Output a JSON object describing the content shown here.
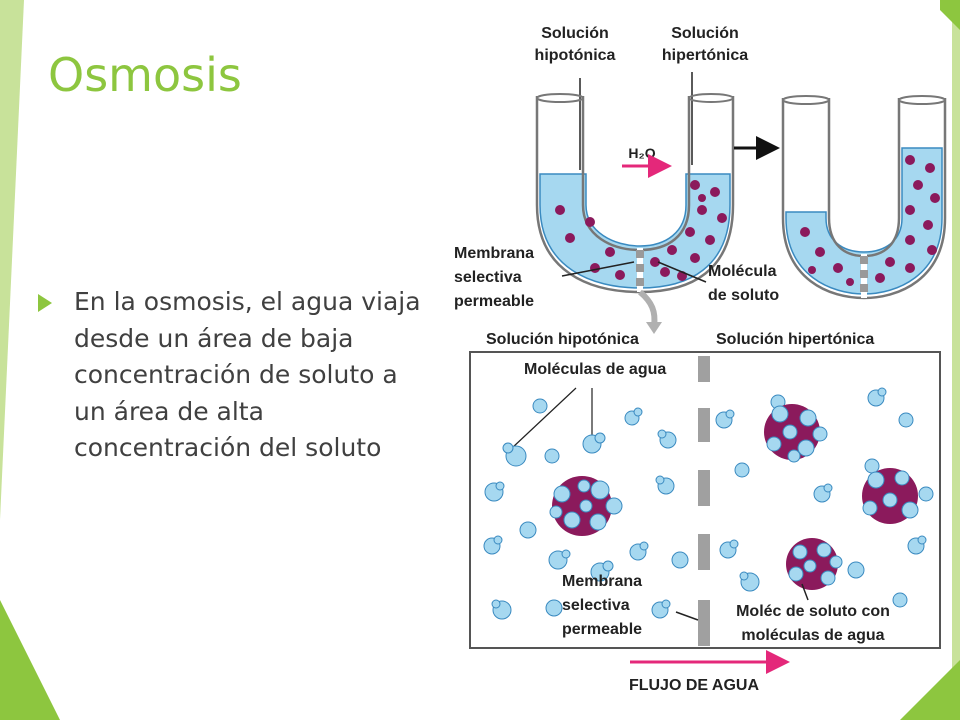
{
  "slide": {
    "title": "Osmosis",
    "bullet": "En la osmosis, el agua viaja desde un área de baja concentración de soluto a un área de alta concentración del soluto"
  },
  "figure": {
    "top_labels": {
      "hypotonic": [
        "Solución",
        "hipotónica"
      ],
      "hypertonic": [
        "Solución",
        "hipertónica"
      ]
    },
    "h2o_label": "H₂O",
    "membrane_label": [
      "Membrana",
      "selectiva",
      "permeable"
    ],
    "solute_label": [
      "Molécula",
      "de soluto"
    ],
    "box_header_left": "Solución hipotónica",
    "box_header_right": "Solución hipertónica",
    "water_molecules_label": "Moléculas de agua",
    "box_membrane_label": [
      "Membrana",
      "selectiva",
      "permeable"
    ],
    "solute_with_water_label": [
      "Moléc de soluto con",
      "moléculas de agua"
    ],
    "flow_label": "FLUJO DE AGUA"
  },
  "colors": {
    "accent": "#8dc63f",
    "water": "#a6d8f0",
    "solute": "#8b1a5c",
    "arrow": "#e4287a"
  }
}
